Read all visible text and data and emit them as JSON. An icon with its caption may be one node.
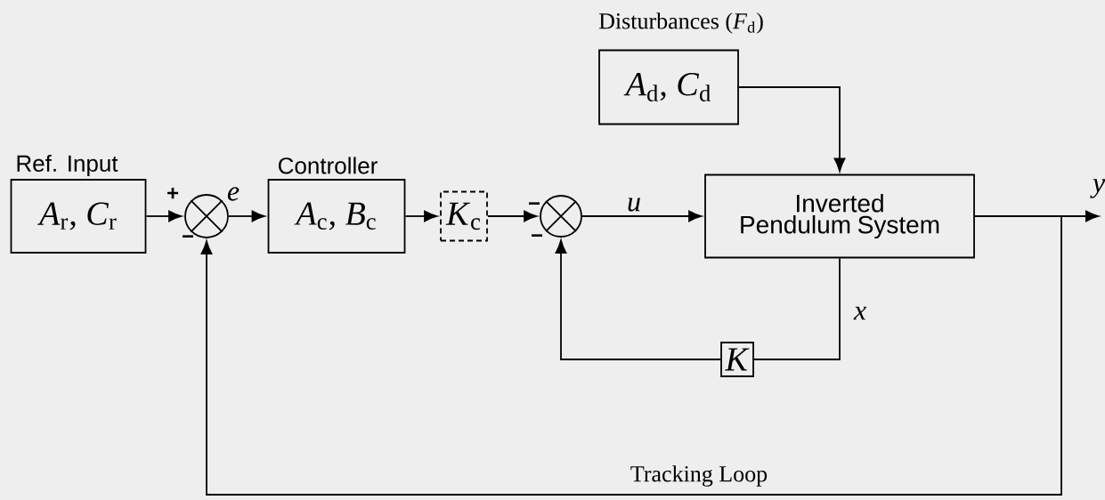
{
  "diagram": {
    "nodes": [
      {
        "text": [
          "Ref. Input",
          "*A*$_{r}$, *C*$_{r}$"
        ]
      },
      {
        "text": [],
        "shape": "circle"
      },
      {
        "text": [
          "Controller",
          "*A*$_{c}$, *B*$_{c}$"
        ]
      },
      {
        "text": [
          "*K*$_{c}$"
        ]
      },
      {
        "text": [],
        "shape": "circle"
      },
      {
        "text": [
          "Disturbances (*F*$_{d}$)",
          "*A*$_{d}$, *C*$_{d}$"
        ]
      },
      {
        "text": [
          "Inverted Pendulum System"
        ]
      },
      {
        "text": [
          "*K*"
        ]
      }
    ],
    "edges": [
      {
        "from": 0,
        "to": 1,
        "arrow": "to"
      },
      {
        "from": 1,
        "to": 2,
        "arrow": "to",
        "label": "*e*"
      },
      {
        "from": 2,
        "to": 3,
        "arrow": "to"
      },
      {
        "from": 3,
        "to": 4,
        "arrow": "to"
      },
      {
        "from": 5,
        "to": 6,
        "arrow": "to"
      },
      {
        "from": 4,
        "to": 6,
        "arrow": "to",
        "label": "*u*"
      },
      {
        "from": 6,
        "to": null,
        "arrow": "to",
        "label": "*y*"
      },
      {
        "from": 6,
        "to": 7,
        "arrow": "none",
        "label": "*x*"
      },
      {
        "from": 7,
        "to": 4,
        "arrow": "to"
      },
      {
        "from": 6,
        "to": 1,
        "arrow": "to",
        "label": "Tracking Loop"
      }
    ],
    "labels": [
      "+",
      "−",
      "−",
      "−"
    ]
  }
}
